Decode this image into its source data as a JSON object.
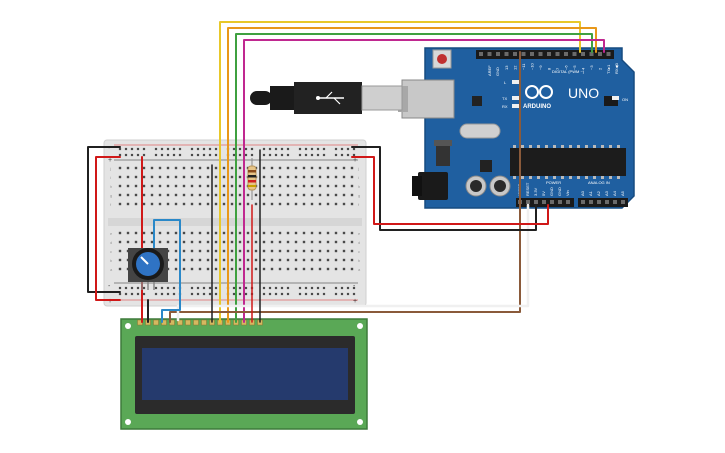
{
  "arduino": {
    "brand": "ARDUINO",
    "model": "UNO",
    "on_label": "ON",
    "digital_header": "DIGITAL (PWM ~)",
    "power_header": "POWER",
    "analog_header": "ANALOG IN",
    "aref": "AREF",
    "gnd": "GND",
    "led_l": "L",
    "led_tx": "TX",
    "led_rx": "RX",
    "tx_pin": "TX▸1",
    "rx_pin": "RX◀0",
    "digital_pins": [
      "13",
      "12",
      "~11",
      "~10",
      "~9",
      "8",
      "7",
      "~6",
      "~5",
      "4",
      "~3",
      "2"
    ],
    "power_pins": [
      "IOREF",
      "RESET",
      "3.3V",
      "5V",
      "GND",
      "GND",
      "Vin"
    ],
    "analog_pins": [
      "A0",
      "A1",
      "A2",
      "A3",
      "A4",
      "A5"
    ]
  },
  "breadboard": {
    "row_letters_top": [
      "j",
      "i",
      "h",
      "g",
      "f"
    ],
    "row_letters_bottom": [
      "e",
      "d",
      "c",
      "b",
      "a"
    ],
    "plus_sign": "+",
    "minus_sign": "-"
  },
  "colors": {
    "arduino_blue": "#1f5fa0",
    "arduino_dark": "#174b80",
    "breadboard": "#e6e6e6",
    "lcd_pcb": "#5aa856",
    "lcd_screen": "#253a6d",
    "pot_knob": "#2f73c4",
    "wire_black": "#202020",
    "wire_red": "#d01818",
    "wire_yellow": "#e8c82a",
    "wire_orange": "#e8981a",
    "wire_green": "#3fa040",
    "wire_magenta": "#c02890",
    "wire_blue": "#2a88c8",
    "wire_brown": "#8a5a3a",
    "wire_white": "#f0f0f0"
  }
}
